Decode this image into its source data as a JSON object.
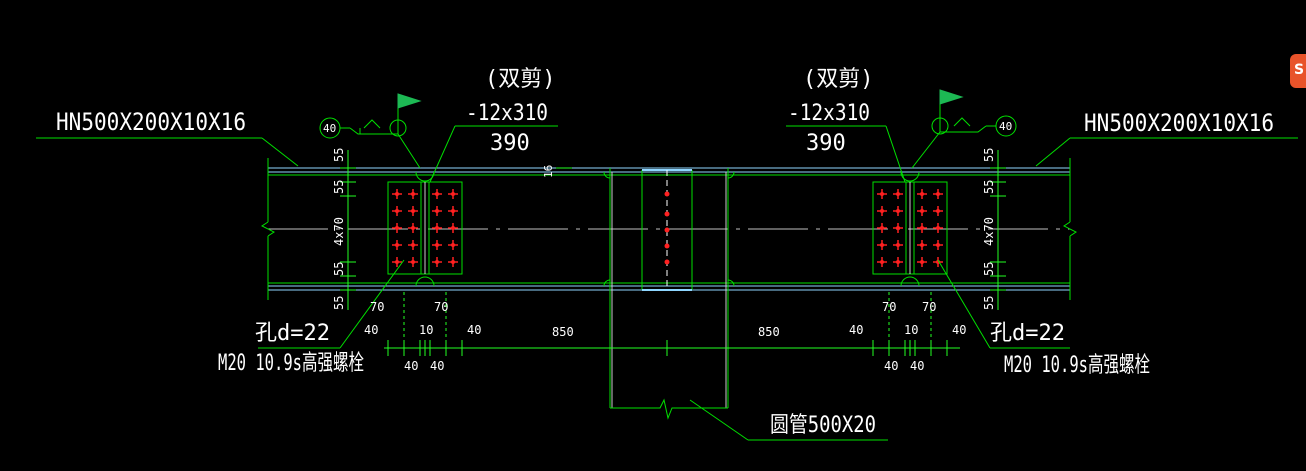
{
  "colors": {
    "background": "#000000",
    "text": "#ffffff",
    "structure": "#00e000",
    "flange": "#8fd6ff",
    "bolt": "#ff2020",
    "dimension": "#22ff22",
    "logo": "#e8532a"
  },
  "labels": {
    "beam_left": "HN500X200X10X16",
    "beam_right": "HN500X200X10X16",
    "shear_left": "(双剪)",
    "shear_right": "(双剪)",
    "plate_left": "-12x310",
    "plate_right": "-12x310",
    "plate_len_left": "390",
    "plate_len_right": "390",
    "hole_left": "孔d=22",
    "hole_right": "孔d=22",
    "bolt_left": "M20 10.9s高强螺栓",
    "bolt_right": "M20 10.9s高强螺栓",
    "column": "圆管500X20",
    "weld_symbol_left": "40",
    "weld_symbol_right": "40",
    "weld_note": "16"
  },
  "dimensions": {
    "vertical_left": [
      "55",
      "55",
      "4x70",
      "55",
      "55"
    ],
    "vertical_right": [
      "55",
      "55",
      "4x70",
      "55",
      "55"
    ],
    "plate_split_left": [
      "70",
      "70"
    ],
    "plate_split_right": [
      "70",
      "70"
    ],
    "horizontal_left_top": [
      "40",
      "10",
      "40"
    ],
    "horizontal_left_bottom": [
      "40",
      "40"
    ],
    "horizontal_right_top": [
      "40",
      "10",
      "40"
    ],
    "horizontal_right_bottom": [
      "40",
      "40"
    ],
    "span_left": "850",
    "span_right": "850"
  },
  "logo": {
    "glyph": "S"
  }
}
